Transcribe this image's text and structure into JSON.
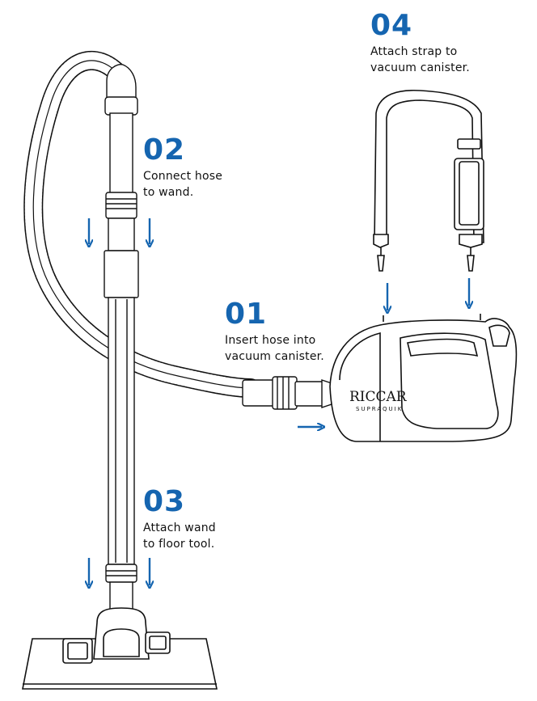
{
  "accent_color": "#1565b0",
  "line_color": "#111111",
  "steps": [
    {
      "number": "02",
      "line1": "Connect hose",
      "line2": "to wand."
    },
    {
      "number": "01",
      "line1": "Insert hose into",
      "line2": "vacuum canister."
    },
    {
      "number": "03",
      "line1": "Attach wand",
      "line2": "to floor tool."
    },
    {
      "number": "04",
      "line1": "Attach strap to",
      "line2": "vacuum canister."
    }
  ],
  "canister": {
    "brand": "RICCAR",
    "model": "SUPRAQUIK"
  },
  "icons": [
    "arrow-down-icon",
    "arrow-right-icon"
  ]
}
